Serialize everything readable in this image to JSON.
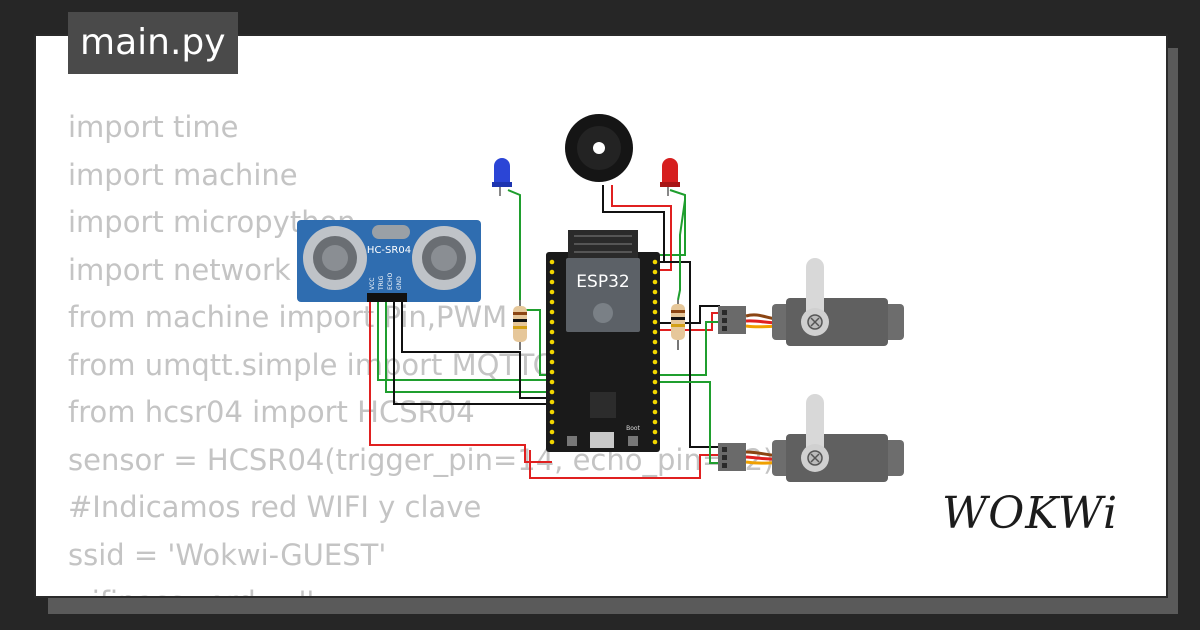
{
  "tab": {
    "title": "main.py"
  },
  "code_lines": [
    "import time",
    "import machine",
    "import micropython",
    "import network",
    "from machine import Pin,PWM",
    "from umqtt.simple import MQTTClient",
    "from hcsr04 import HCSR04",
    "sensor = HCSR04(trigger_pin=14, echo_pin=12)",
    "#Indicamos red WIFI y clave",
    "ssid = 'Wokwi-GUEST'",
    "wifipassword = ''"
  ],
  "components": {
    "ultrasonic": {
      "label": "HC-SR04",
      "pins": [
        "VCC",
        "TRIG",
        "ECHO",
        "GND"
      ]
    },
    "mcu": {
      "label": "ESP32",
      "button": "Boot"
    },
    "led_left": {
      "color": "#2b45d6"
    },
    "led_right": {
      "color": "#d61f1f"
    }
  },
  "brand": {
    "logo_text": "WOKWi"
  },
  "colors": {
    "background": "#262626",
    "card": "#ffffff",
    "tab": "#4a4a4a",
    "wire_green": "#1f9e2e",
    "wire_red": "#e02020",
    "wire_black": "#111111"
  }
}
